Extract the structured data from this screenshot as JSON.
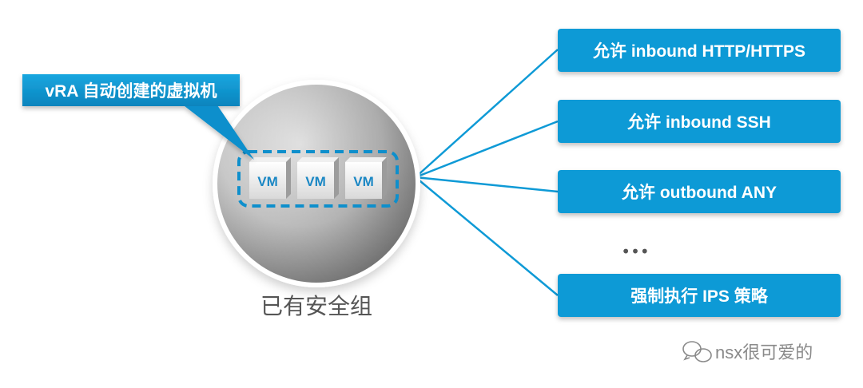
{
  "callout": {
    "label": "vRA 自动创建的虚拟机"
  },
  "group": {
    "caption": "已有安全组",
    "vms": [
      "VM",
      "VM",
      "VM"
    ]
  },
  "rules": [
    "允许 inbound HTTP/HTTPS",
    "允许 inbound SSH",
    "允许 outbound ANY",
    "强制执行 IPS 策略"
  ],
  "ellipsis": "•••",
  "watermark": "nsx很可爱的",
  "colors": {
    "accent": "#0e9ad6",
    "accent_dark": "#0a7fb5",
    "vm_text": "#1a87c4",
    "caption_text": "#555555",
    "ellipsis": "#555555"
  },
  "icons": {
    "watermark": "wechat-icon"
  }
}
